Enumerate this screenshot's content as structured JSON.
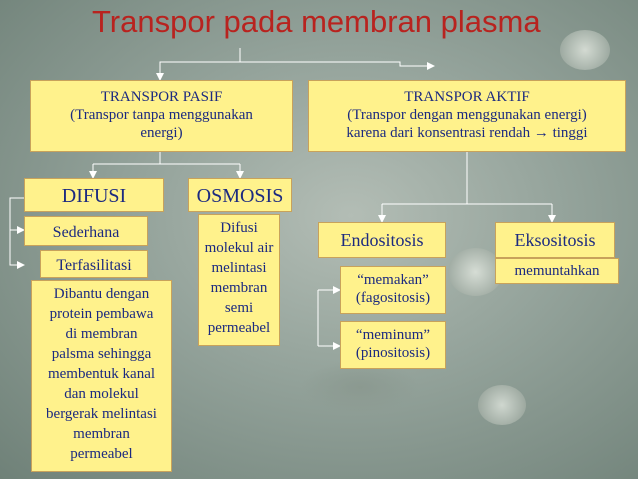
{
  "title": "Transpor pada membran plasma",
  "passive": {
    "heading": "TRANSPOR PASIF",
    "desc_line1": "(Transpor tanpa menggunakan",
    "desc_line2": "energi)"
  },
  "active": {
    "heading": "TRANSPOR AKTIF",
    "desc_line1": "(Transpor dengan menggunakan energi)",
    "desc_line2": "karena dari konsentrasi rendah → tinggi"
  },
  "difusi": {
    "label": "DIFUSI",
    "simple": "Sederhana",
    "facilitated": "Terfasilitasi",
    "facilitated_desc": [
      "Dibantu dengan",
      "protein pembawa",
      "di membran",
      "palsma sehingga",
      "membentuk kanal",
      "dan molekul",
      "bergerak melintasi",
      "membran",
      "permeabel"
    ]
  },
  "osmosis": {
    "label": "OSMOSIS",
    "desc": [
      "Difusi",
      "molekul air",
      "melintasi",
      "membran",
      "semi",
      "permeabel"
    ]
  },
  "endositosis": {
    "label": "Endositosis",
    "phago_line1": "“memakan”",
    "phago_line2": "(fagositosis)",
    "pino_line1": "“meminum”",
    "pino_line2": "(pinositosis)"
  },
  "eksositosis": {
    "label": "Eksositosis",
    "desc": "memuntahkan"
  },
  "colors": {
    "title": "#b8231f",
    "box_fill": "#fff28c",
    "box_border": "#c8a25b",
    "text": "#1c2a80",
    "connector": "#ffffff"
  }
}
